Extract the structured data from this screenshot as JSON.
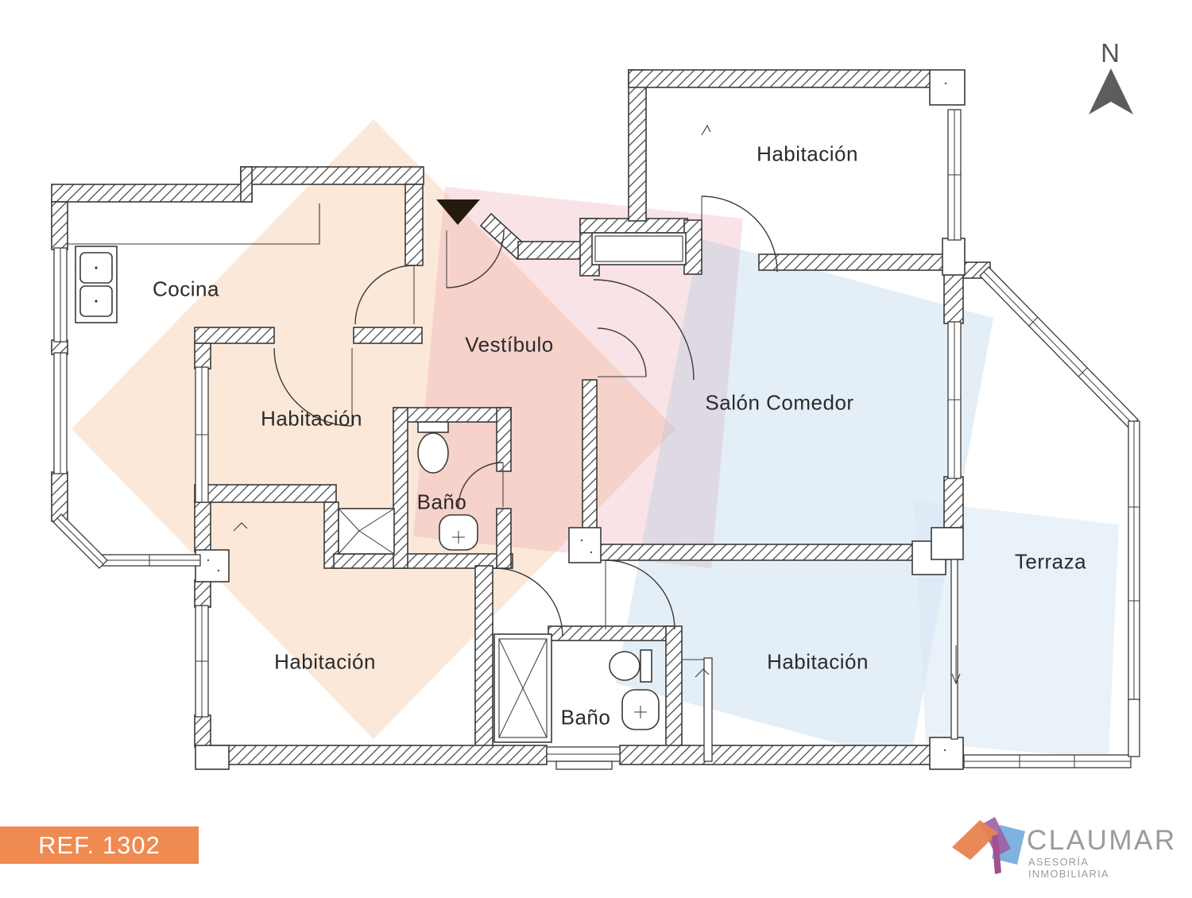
{
  "north_indicator": {
    "label": "N"
  },
  "rooms": [
    {
      "name": "cocina",
      "label": "Cocina"
    },
    {
      "name": "vestibulo",
      "label": "Vestíbulo"
    },
    {
      "name": "habitacion-top-right",
      "label": "Habitación"
    },
    {
      "name": "habitacion-mid-left",
      "label": "Habitación"
    },
    {
      "name": "salon-comedor",
      "label": "Salón Comedor"
    },
    {
      "name": "bano-central",
      "label": "Baño"
    },
    {
      "name": "terraza",
      "label": "Terraza"
    },
    {
      "name": "habitacion-bottom-left",
      "label": "Habitación"
    },
    {
      "name": "bano-bottom",
      "label": "Baño"
    },
    {
      "name": "habitacion-bottom-right",
      "label": "Habitación"
    }
  ],
  "reference_badge": {
    "text": "REF. 1302",
    "background": "#ef8a50",
    "text_color": "#ffffff"
  },
  "logo": {
    "name": "CLAUMAR",
    "tagline": "ASESORÍA INMOBILIARIA",
    "text_color": "#9b9b9b",
    "mark_colors": {
      "orange": "#e8834e",
      "purple": "#9c5fa5",
      "magenta": "#a3518d",
      "blue": "#7fb3dd"
    }
  },
  "watermark_colors": {
    "orange": "#efa868",
    "pink": "#e89aa6",
    "blue": "#9cc0de",
    "light_blue": "#d8e8f4"
  },
  "drawing": {
    "line_color": "#3a3a3a",
    "entrance_marker_color": "#241a0e",
    "north_arrow_color": "#5d5d5d"
  }
}
